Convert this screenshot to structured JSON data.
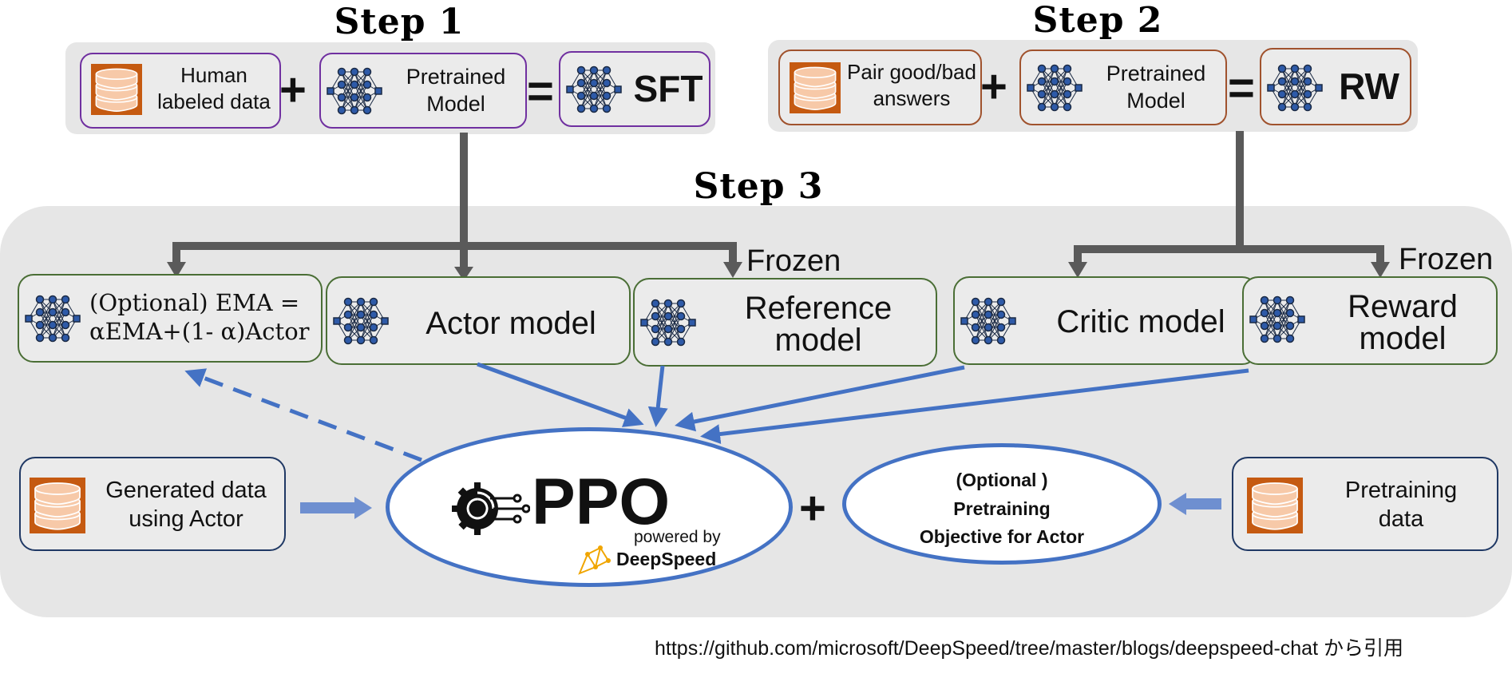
{
  "steps": {
    "step1": "Step 1",
    "step2": "Step 2",
    "step3": "Step 3"
  },
  "step1": {
    "data_label_line1": "Human",
    "data_label_line2": "labeled data",
    "model_line1": "Pretrained",
    "model_line2": "Model",
    "result": "SFT",
    "plus": "+",
    "equals": "="
  },
  "step2": {
    "data_label_line1": "Pair good/bad",
    "data_label_line2": "answers",
    "model_line1": "Pretrained",
    "model_line2": "Model",
    "result": "RW",
    "plus": "+",
    "equals": "="
  },
  "step3": {
    "ema_line1": "(Optional) EMA =",
    "ema_line2": "αEMA+(1- α)Actor",
    "actor": "Actor model",
    "reference_line1": "Reference",
    "reference_line2": "model",
    "critic": "Critic model",
    "reward_line1": "Reward",
    "reward_line2": "model",
    "frozen_left": "Frozen",
    "frozen_right": "Frozen",
    "generated_line1": "Generated data",
    "generated_line2": "using Actor",
    "ppo": "PPO",
    "powered_by": "powered by",
    "deepspeed": "DeepSpeed",
    "plus": "+",
    "optional_line1": "(Optional )",
    "optional_line2": "Pretraining",
    "optional_line3": "Objective for Actor",
    "pretraining_line1": "Pretraining",
    "pretraining_line2": "data"
  },
  "source": "https://github.com/microsoft/DeepSpeed/tree/master/blogs/deepspeed-chat から引用",
  "colors": {
    "purple": "#7030a0",
    "brown": "#a0522d",
    "green": "#4a6e35",
    "navy": "#1f3864",
    "blue": "#4472c4",
    "orange": "#c55a11"
  },
  "icons": [
    "database-icon",
    "neural-network-icon",
    "gear-circuit-icon",
    "deepspeed-logo"
  ]
}
